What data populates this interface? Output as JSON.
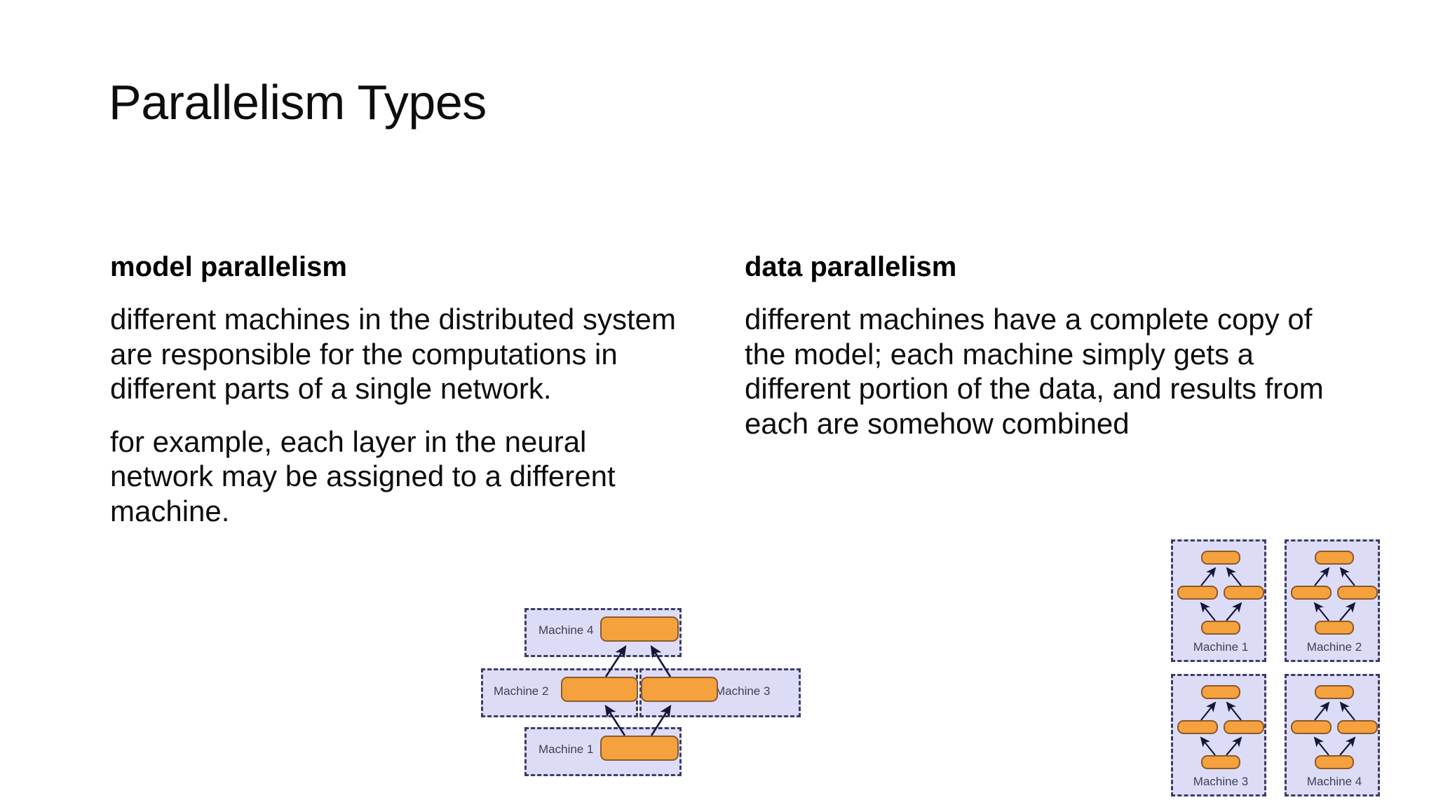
{
  "slide": {
    "title": "Parallelism Types",
    "background_color": "#ffffff"
  },
  "columns": {
    "model": {
      "heading": "model parallelism",
      "paragraphs": [
        "different machines in the distributed system are responsible for the computations in different parts of a single network.",
        "for example, each layer in the neural network may be assigned to a different machine."
      ]
    },
    "data": {
      "heading": "data parallelism",
      "paragraphs": [
        "different machines have a complete copy of the model; each machine simply gets a different portion of the data, and results from each are somehow combined"
      ]
    }
  },
  "diagrams": {
    "model_parallelism": {
      "panel_fill": "#dcdcf7",
      "panel_border": "#3d3d63",
      "node_fill": "#f5a13e",
      "node_border": "#8a5a2b",
      "label_color": "#3f3f56",
      "panels": [
        {
          "id": "machine4",
          "label": "Machine 4"
        },
        {
          "id": "machine2",
          "label": "Machine 2"
        },
        {
          "id": "machine3",
          "label": "Machine 3"
        },
        {
          "id": "machine1",
          "label": "Machine 1"
        }
      ],
      "edges": [
        {
          "from": "machine1",
          "to": "machine2"
        },
        {
          "from": "machine1",
          "to": "machine3"
        },
        {
          "from": "machine2",
          "to": "machine4"
        },
        {
          "from": "machine3",
          "to": "machine4"
        }
      ]
    },
    "data_parallelism": {
      "panel_fill": "#dcdcf7",
      "panel_border": "#3d3d63",
      "node_fill": "#f5a13e",
      "node_border": "#8a5a2b",
      "label_color": "#3f3f56",
      "panels": [
        {
          "id": "machine1",
          "label": "Machine 1"
        },
        {
          "id": "machine2",
          "label": "Machine 2"
        },
        {
          "id": "machine3",
          "label": "Machine 3"
        },
        {
          "id": "machine4",
          "label": "Machine 4"
        }
      ],
      "network_nodes": [
        "top",
        "middle-left",
        "middle-right",
        "bottom"
      ],
      "network_edges": [
        {
          "from": "bottom",
          "to": "middle-left"
        },
        {
          "from": "bottom",
          "to": "middle-right"
        },
        {
          "from": "middle-left",
          "to": "top"
        },
        {
          "from": "middle-right",
          "to": "top"
        }
      ]
    }
  }
}
